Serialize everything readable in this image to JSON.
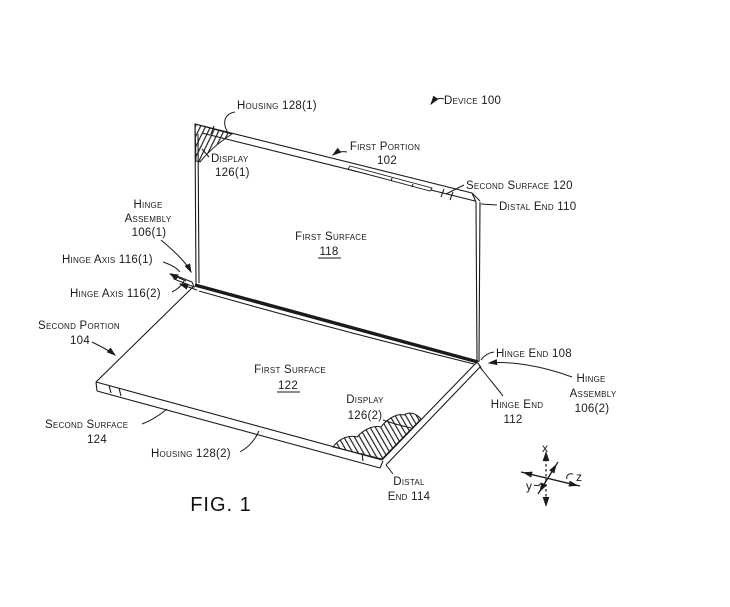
{
  "caption": "FIG. 1",
  "colors": {
    "ink": "#1b1b1b",
    "paper": "#ffffff"
  },
  "labels": {
    "device": "Device 100",
    "housing1": "Housing 128(1)",
    "display1_l1": "Display",
    "display1_l2": "126(1)",
    "first_portion_l1": "First Portion",
    "first_portion_l2": "102",
    "second_surface120": "Second Surface 120",
    "distal_end110": "Distal End 110",
    "first_surface118_l1": "First Surface",
    "first_surface118_l2": "118",
    "hinge_assembly1_l1": "Hinge",
    "hinge_assembly1_l2": "Assembly",
    "hinge_assembly1_l3": "106(1)",
    "hinge_axis1": "Hinge Axis 116(1)",
    "hinge_axis2": "Hinge Axis 116(2)",
    "second_portion_l1": "Second Portion",
    "second_portion_l2": "104",
    "first_surface122_l1": "First Surface",
    "first_surface122_l2": "122",
    "second_surface124_l1": "Second Surface",
    "second_surface124_l2": "124",
    "housing2": "Housing 128(2)",
    "display2_l1": "Display",
    "display2_l2": "126(2)",
    "distal_end114_l1": "Distal",
    "distal_end114_l2": "End 114",
    "hinge_end108": "Hinge End 108",
    "hinge_end112_l1": "Hinge End",
    "hinge_end112_l2": "112",
    "hinge_assembly2_l1": "Hinge",
    "hinge_assembly2_l2": "Assembly",
    "hinge_assembly2_l3": "106(2)"
  },
  "axes": {
    "x": "x",
    "y": "y",
    "z": "z"
  }
}
